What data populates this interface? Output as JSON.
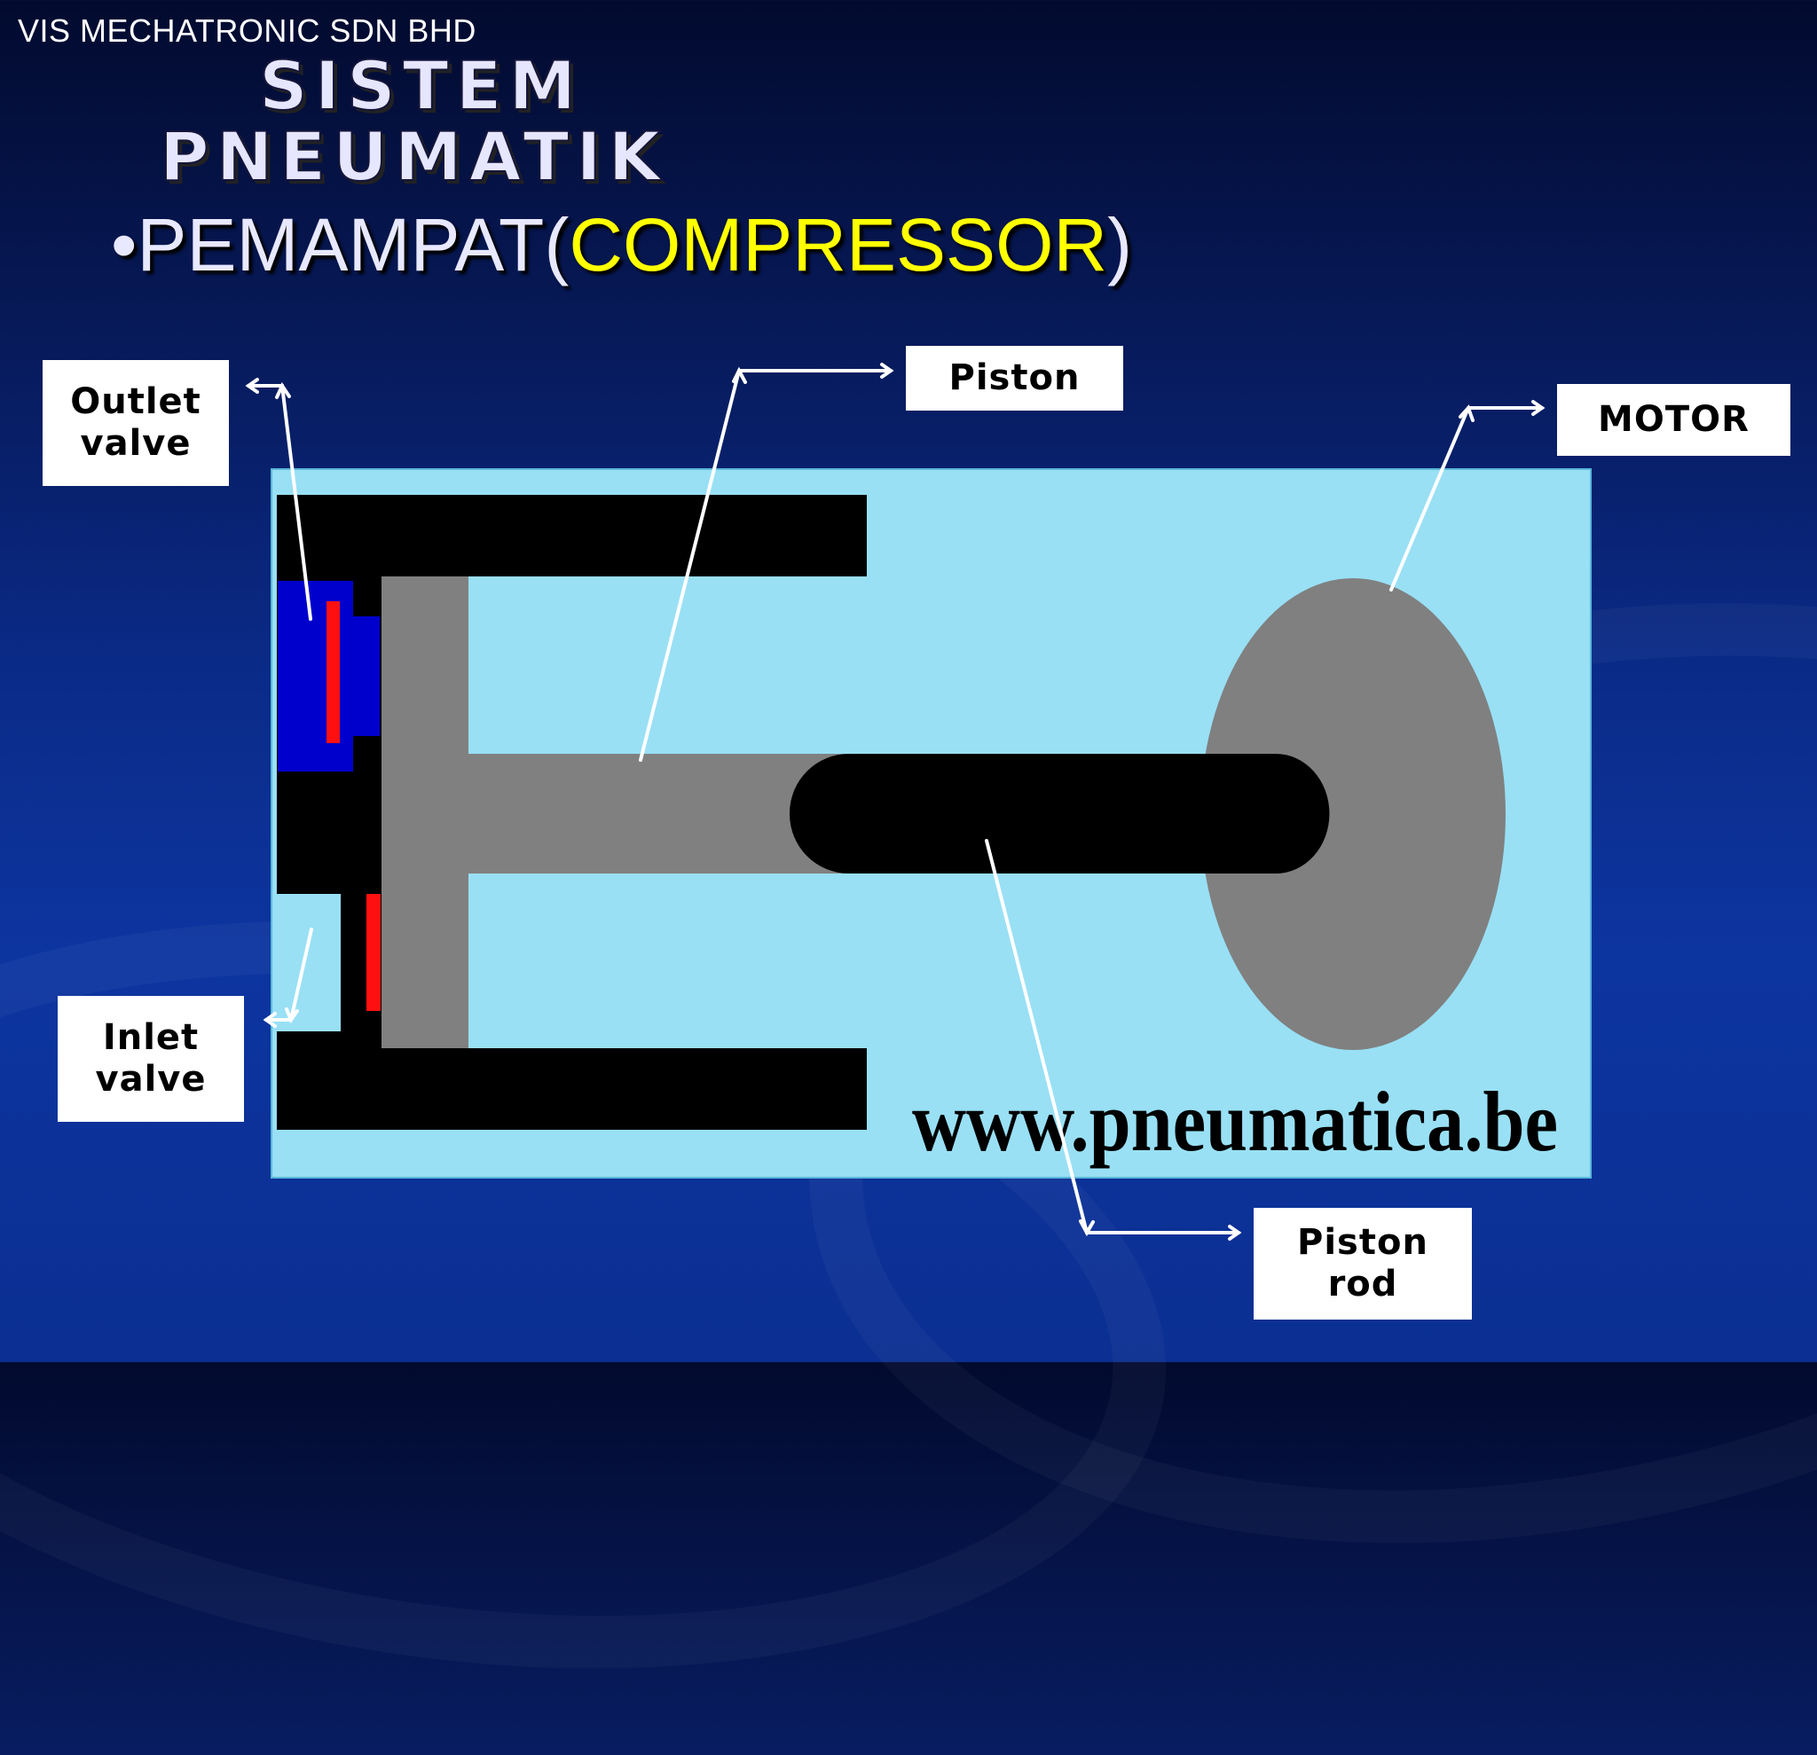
{
  "header": {
    "company": "VIS MECHATRONIC SDN BHD",
    "title_line1": "SISTEM",
    "title_line2": "PNEUMATIK"
  },
  "bullet": {
    "symbol": "•",
    "text": "PEMAMPAT(",
    "highlight": "COMPRESSOR",
    "close": ")"
  },
  "diagram": {
    "watermark": "www.pneumatica.be",
    "labels": {
      "outlet_valve": [
        "Outlet",
        "valve"
      ],
      "inlet_valve": [
        "Inlet",
        "valve"
      ],
      "piston": "Piston",
      "motor": "MOTOR",
      "piston_rod": [
        "Piston",
        "rod"
      ]
    }
  },
  "colors": {
    "panel": "#99e0f5",
    "cylinder": "#000000",
    "piston": "#808080",
    "valve_body": "#0000cc",
    "valve_reed": "#ff0000",
    "highlight_text": "#ffff00"
  }
}
